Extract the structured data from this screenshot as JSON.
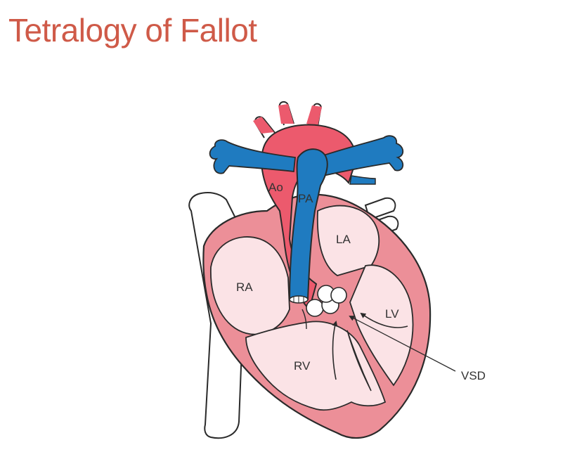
{
  "title": "Tetralogy of Fallot",
  "labels": {
    "ao": "Ao",
    "pa": "PA",
    "la": "LA",
    "ra": "RA",
    "lv": "LV",
    "rv": "RV",
    "vsd": "VSD"
  },
  "colors": {
    "title": "#cf5a48",
    "myocardium": "#ec8f98",
    "chamber": "#fbe3e6",
    "aorta": "#ec5a6d",
    "pulmonary": "#1f7bc0",
    "outline": "#2a2a2a"
  }
}
